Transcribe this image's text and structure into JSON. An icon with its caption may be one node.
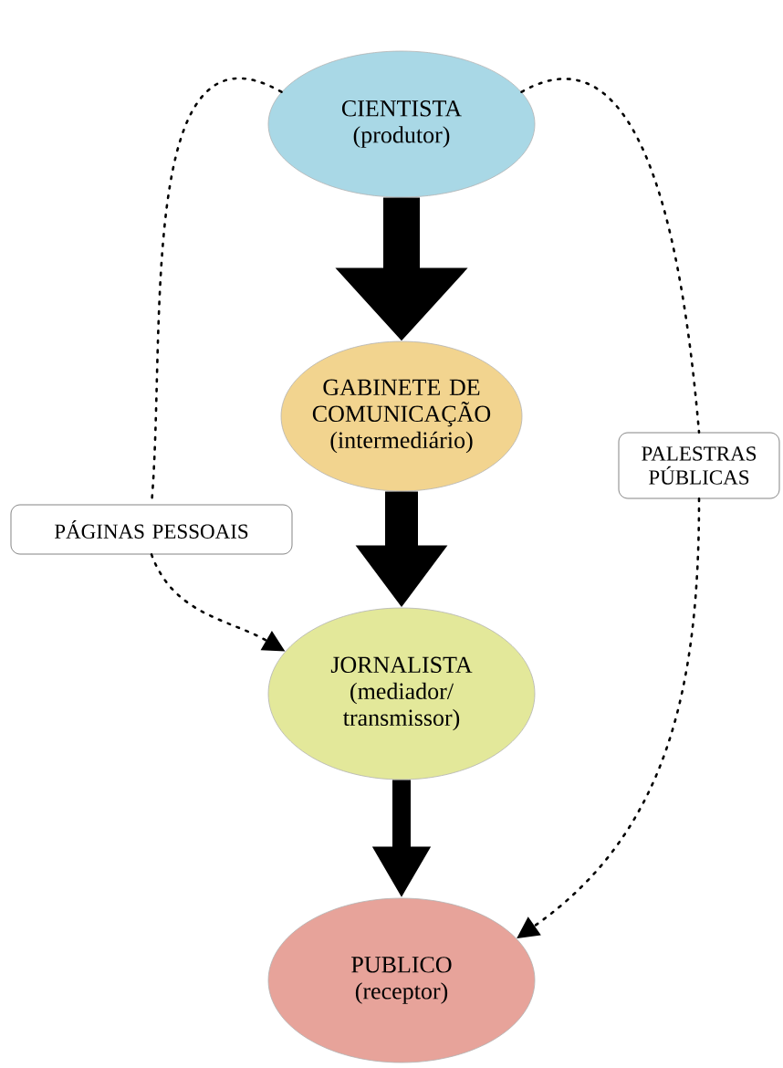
{
  "diagram": {
    "nodes": [
      {
        "text": [
          "CIENTISTA",
          "(produtor)"
        ]
      },
      {
        "text": [
          "GABINETE DE COMUNICAÇÃO",
          "(intermediário)"
        ]
      },
      {
        "text": [
          "PALESTRAS PÚBLICAS"
        ]
      },
      {
        "text": [
          "PÁGINAS PESSOAIS"
        ]
      },
      {
        "text": [
          "JORNALISTA",
          "(mediador/ transmissor)"
        ]
      },
      {
        "text": [
          "PUBLICO",
          "(receptor)"
        ]
      }
    ],
    "edges": [
      {
        "from": 0,
        "to": 1,
        "arrow": "to",
        "style": "thick"
      },
      {
        "from": 1,
        "to": 4,
        "arrow": "to",
        "style": "thick"
      },
      {
        "from": 4,
        "to": 5,
        "arrow": "to",
        "style": "thick"
      },
      {
        "from": 0,
        "to": 3,
        "arrow": "none",
        "style": "dashed"
      },
      {
        "from": 3,
        "to": 4,
        "arrow": "to",
        "style": "dashed"
      },
      {
        "from": 0,
        "to": 2,
        "arrow": "none",
        "style": "dashed"
      },
      {
        "from": 2,
        "to": 5,
        "arrow": "to",
        "style": "dashed"
      }
    ]
  }
}
